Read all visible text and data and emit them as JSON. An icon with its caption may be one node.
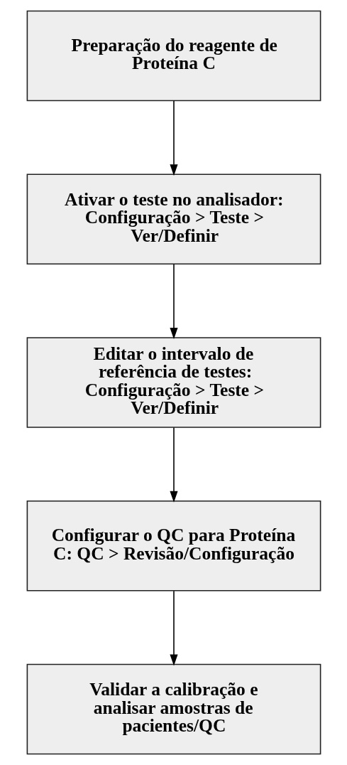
{
  "diagram": {
    "nodes": [
      {
        "text": [
          "Preparação do reagente de Proteína C"
        ]
      },
      {
        "text": [
          "Ativar o teste no analisador: Configuração > Teste > Ver/Definir"
        ]
      },
      {
        "text": [
          "Editar o intervalo de referência de testes: Configuração > Teste > Ver/Definir"
        ]
      },
      {
        "text": [
          "Configurar o QC para Proteína C: QC > Revisão/Configuração"
        ]
      },
      {
        "text": [
          "Validar a calibração e analisar amostras de pacientes/QC"
        ]
      }
    ],
    "edges": [
      {
        "from": 0,
        "to": 1,
        "arrow": "to"
      },
      {
        "from": 1,
        "to": 2,
        "arrow": "to"
      },
      {
        "from": 2,
        "to": 3,
        "arrow": "to"
      },
      {
        "from": 3,
        "to": 4,
        "arrow": "to"
      }
    ]
  }
}
